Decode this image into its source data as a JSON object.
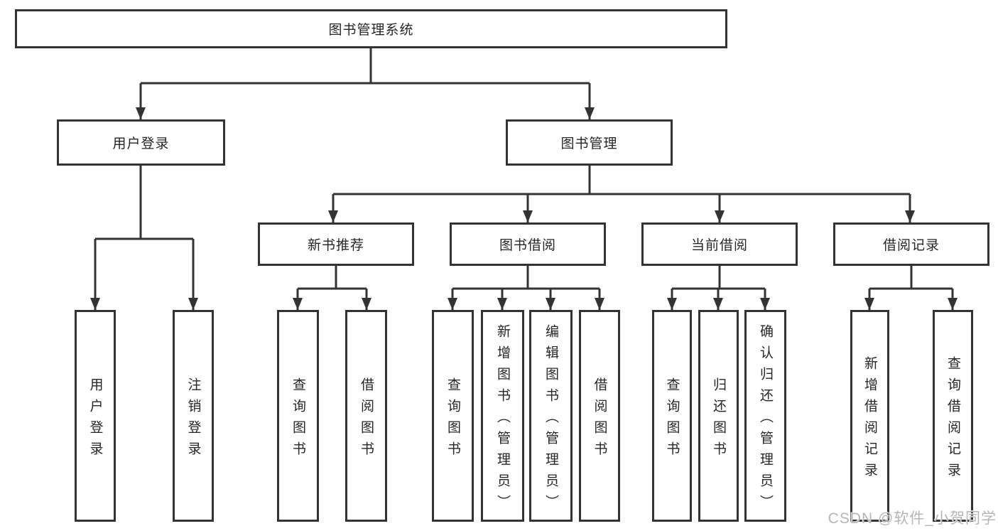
{
  "tree": {
    "root": {
      "label": "图书管理系统",
      "children": [
        {
          "label": "用户登录",
          "children": [
            {
              "label": "用户登录"
            },
            {
              "label": "注销登录"
            }
          ]
        },
        {
          "label": "图书管理",
          "children": [
            {
              "label": "新书推荐",
              "children": [
                {
                  "label": "查询图书"
                },
                {
                  "label": "借阅图书"
                }
              ]
            },
            {
              "label": "图书借阅",
              "children": [
                {
                  "label": "查询图书"
                },
                {
                  "label": "新增图书（管理员）"
                },
                {
                  "label": "编辑图书（管理员）"
                },
                {
                  "label": "借阅图书"
                }
              ]
            },
            {
              "label": "当前借阅",
              "children": [
                {
                  "label": "查询图书"
                },
                {
                  "label": "归还图书"
                },
                {
                  "label": "确认归还（管理员）"
                }
              ]
            },
            {
              "label": "借阅记录",
              "children": [
                {
                  "label": "新增借阅记录"
                },
                {
                  "label": "查询借阅记录"
                }
              ]
            }
          ]
        }
      ]
    }
  },
  "watermark": {
    "text": "CSDN @软件_小贺同学",
    "color": "#b5b5b5"
  },
  "colors": {
    "line": "#333333",
    "box_border": "#333333",
    "box_fill": "#ffffff",
    "text": "#262626",
    "background": "#ffffff"
  }
}
